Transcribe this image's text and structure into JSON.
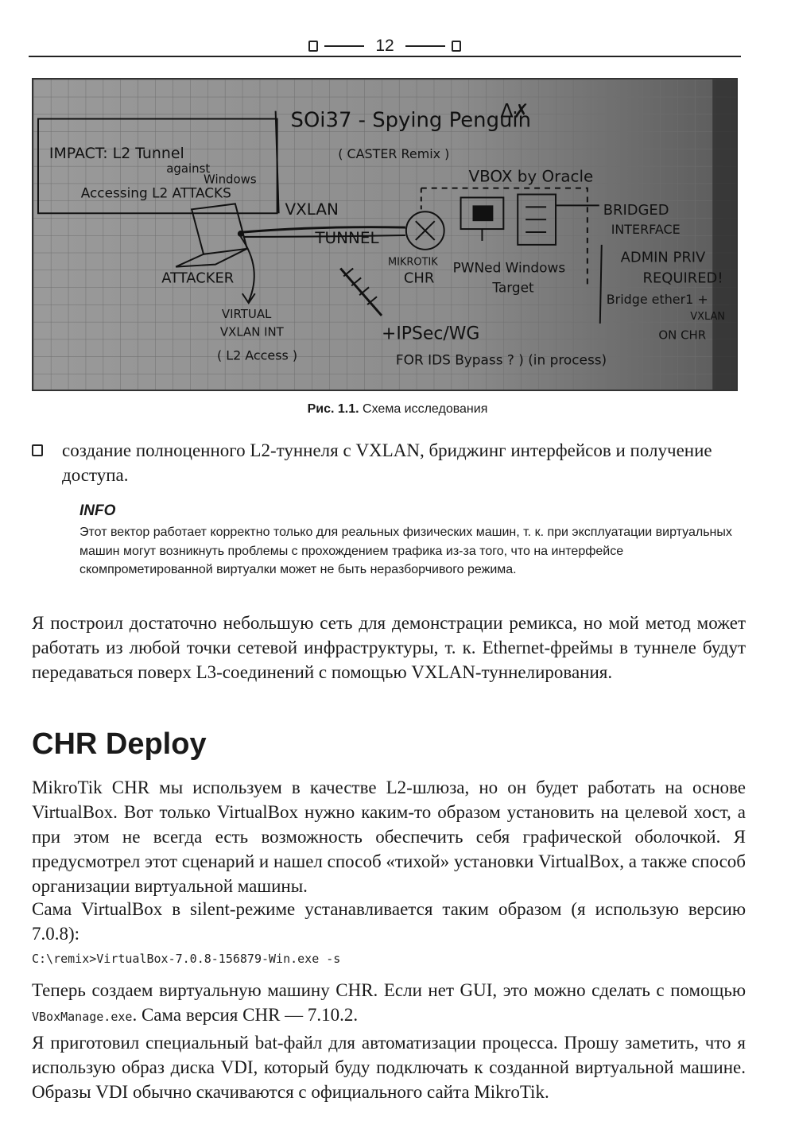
{
  "header": {
    "page_number": "12"
  },
  "figure": {
    "caption_label": "Рис. 1.1.",
    "caption_text": " Схема исследования",
    "sketch_text": {
      "impact_line1": "IMPACT: L2 Tunnel",
      "impact_line2": "against",
      "impact_line3": "Windows",
      "impact_line4": "Accessing L2 ATTACKS",
      "title_line1": "SOi37 - Spying Penguin",
      "title_line2": "( CASTER Remix )",
      "title_mark": "Δ✗",
      "vbox": "VBOX by Oracle",
      "vxlan": "VXLAN",
      "tunnel": "TUNNEL",
      "bridged1": "BRIDGED",
      "bridged2": "INTERFACE",
      "attacker": "ATTACKER",
      "mikrotik1": "MIKROTIK",
      "mikrotik2": "CHR",
      "pwned1": "PWNed Windows",
      "pwned2": "Target",
      "admin1": "ADMIN PRIV",
      "admin2": "REQUIRED!",
      "bridge1": "Bridge ether1 +",
      "bridge2": "VXLAN",
      "bridge3": "ON CHR",
      "virtual1": "VIRTUAL",
      "virtual2": "VXLAN INT",
      "virtual3": "( L2 Access )",
      "ipsec": "+IPSec/WG",
      "ids": "FOR IDS Bypass ? ) (in process)"
    }
  },
  "bullet": {
    "text": "создание полноценного L2-туннеля с VXLAN, бриджинг интерфейсов и получение доступа."
  },
  "info": {
    "title": "INFO",
    "body": "Этот вектор работает корректно только для реальных физических машин, т. к. при эксплуатации виртуальных машин могут возникнуть проблемы с прохождением трафика из-за того, что на интерфейсе скомпрометированной виртуалки может не быть неразборчивого режима."
  },
  "paragraph1": "Я построил достаточно небольшую сеть для демонстрации ремикса, но мой метод может работать из любой точки сетевой инфраструктуры, т. к. Ethernet-фреймы в туннеле будут передаваться поверх L3-соединений с помощью VXLAN-туннелирования.",
  "section_heading": "CHR Deploy",
  "paragraph2": "MikroTik CHR мы используем в качестве L2-шлюза, но он будет работать на основе VirtualBox. Вот только VirtualBox нужно каким-то образом установить на целевой хост, а при этом не всегда есть возможность обеспечить себя графической оболочкой. Я предусмотрел этот сценарий и нашел способ «тихой» установки VirtualBox, а также способ организации виртуальной машины.",
  "paragraph3": "Сама VirtualBox в silent-режиме устанавливается таким образом (я использую версию 7.0.8):",
  "code_line": "C:\\remix>VirtualBox-7.0.8-156879-Win.exe -s",
  "paragraph4": {
    "before": "Теперь создаем виртуальную машину CHR. Если нет GUI, это можно сделать с помощью ",
    "code": "VBoxManage.exe",
    "after": ". Сама версия CHR — 7.10.2."
  },
  "paragraph5": "Я приготовил специальный bat-файл для автоматизации процесса. Прошу заметить, что я использую образ диска VDI, который буду подключать к созданной виртуальной машине. Образы VDI обычно скачиваются с официального сайта MikroTik."
}
